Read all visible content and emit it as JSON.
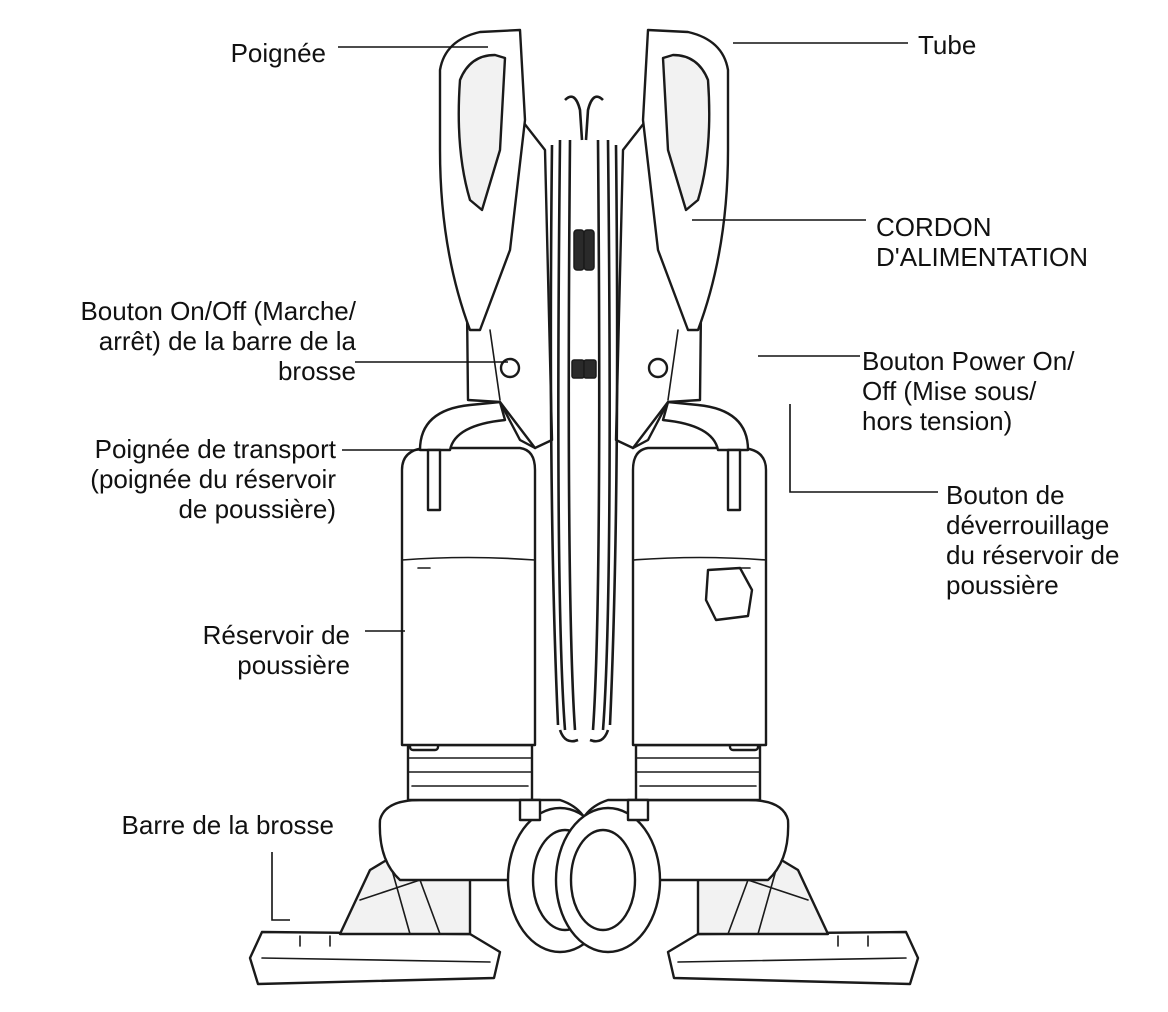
{
  "labels": {
    "poignee": "Poignée",
    "bouton_brosse": "Bouton On/Off (Marche/\narrêt) de la barre de la\nbrosse",
    "poignee_transport": "Poignée de transport\n(poignée du réservoir\nde poussière)",
    "reservoir": "Réservoir de\npoussière",
    "barre_brosse": "Barre de la brosse",
    "tube": "Tube",
    "cordon": "CORDON\nD'ALIMENTATION",
    "bouton_power": "Bouton Power On/\nOff (Mise sous/\nhors tension)",
    "bouton_deverrouillage": "Bouton de\ndéverrouillage\ndu réservoir de\npoussière"
  },
  "colors": {
    "line": "#111111",
    "background": "#ffffff"
  }
}
